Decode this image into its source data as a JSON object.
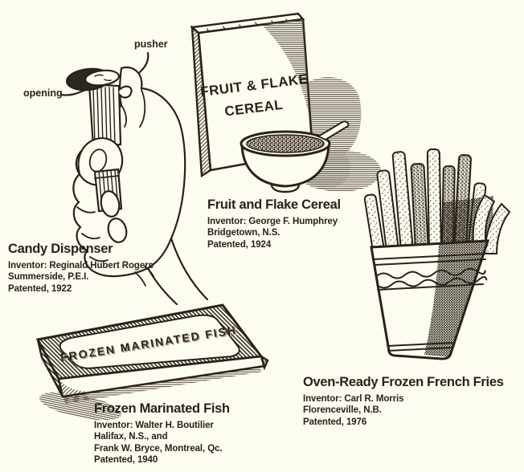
{
  "colors": {
    "background": "#fcfcf0",
    "ink": "#2a2219",
    "shadow_hatch": "#5d5143",
    "side_hatch": "#6b5c48"
  },
  "callouts": {
    "pusher": "pusher",
    "opening": "opening"
  },
  "inventions": [
    {
      "id": "candy-dispenser",
      "title": "Candy Dispenser",
      "lines": [
        "Inventor: Reginald Hubert Rogers",
        "Summerside, P.E.I.",
        "Patented, 1922"
      ]
    },
    {
      "id": "fruit-and-flake-cereal",
      "title": "Fruit and Flake Cereal",
      "lines": [
        "Inventor: George F. Humphrey",
        "Bridgetown, N.S.",
        "Patented, 1924"
      ],
      "package_lines": [
        "FRUIT & FLAKE",
        "CEREAL"
      ]
    },
    {
      "id": "frozen-marinated-fish",
      "title": "Frozen Marinated Fish",
      "lines": [
        "Inventor: Walter H. Boutilier",
        "Halifax, N.S., and",
        "Frank W. Bryce, Montreal, Qc.",
        "Patented, 1940"
      ],
      "package_text": "FROZEN MARINATED FISH"
    },
    {
      "id": "oven-ready-frozen-french-fries",
      "title": "Oven-Ready Frozen French Fries",
      "lines": [
        "Inventor: Carl R. Morris",
        "Florenceville, N.B.",
        "Patented, 1976"
      ]
    }
  ]
}
